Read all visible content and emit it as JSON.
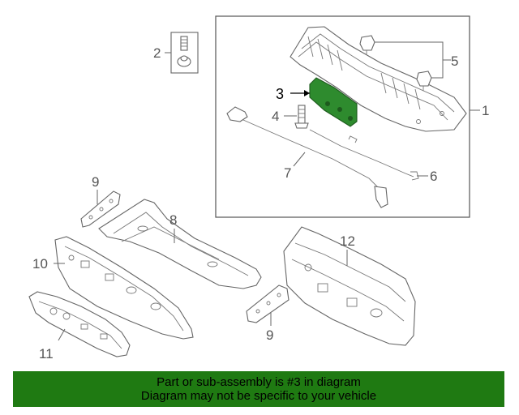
{
  "callouts": {
    "c1": "1",
    "c2": "2",
    "c3": "3",
    "c4": "4",
    "c5": "5",
    "c6": "6",
    "c7": "7",
    "c8": "8",
    "c9a": "9",
    "c9b": "9",
    "c10": "10",
    "c11": "11",
    "c12": "12"
  },
  "banner": {
    "line1": "Part or sub-assembly is #3 in diagram",
    "line2": "Diagram may not be specific to your vehicle"
  },
  "colors": {
    "highlight": "#2e8b2e",
    "banner": "#1f7a12"
  }
}
